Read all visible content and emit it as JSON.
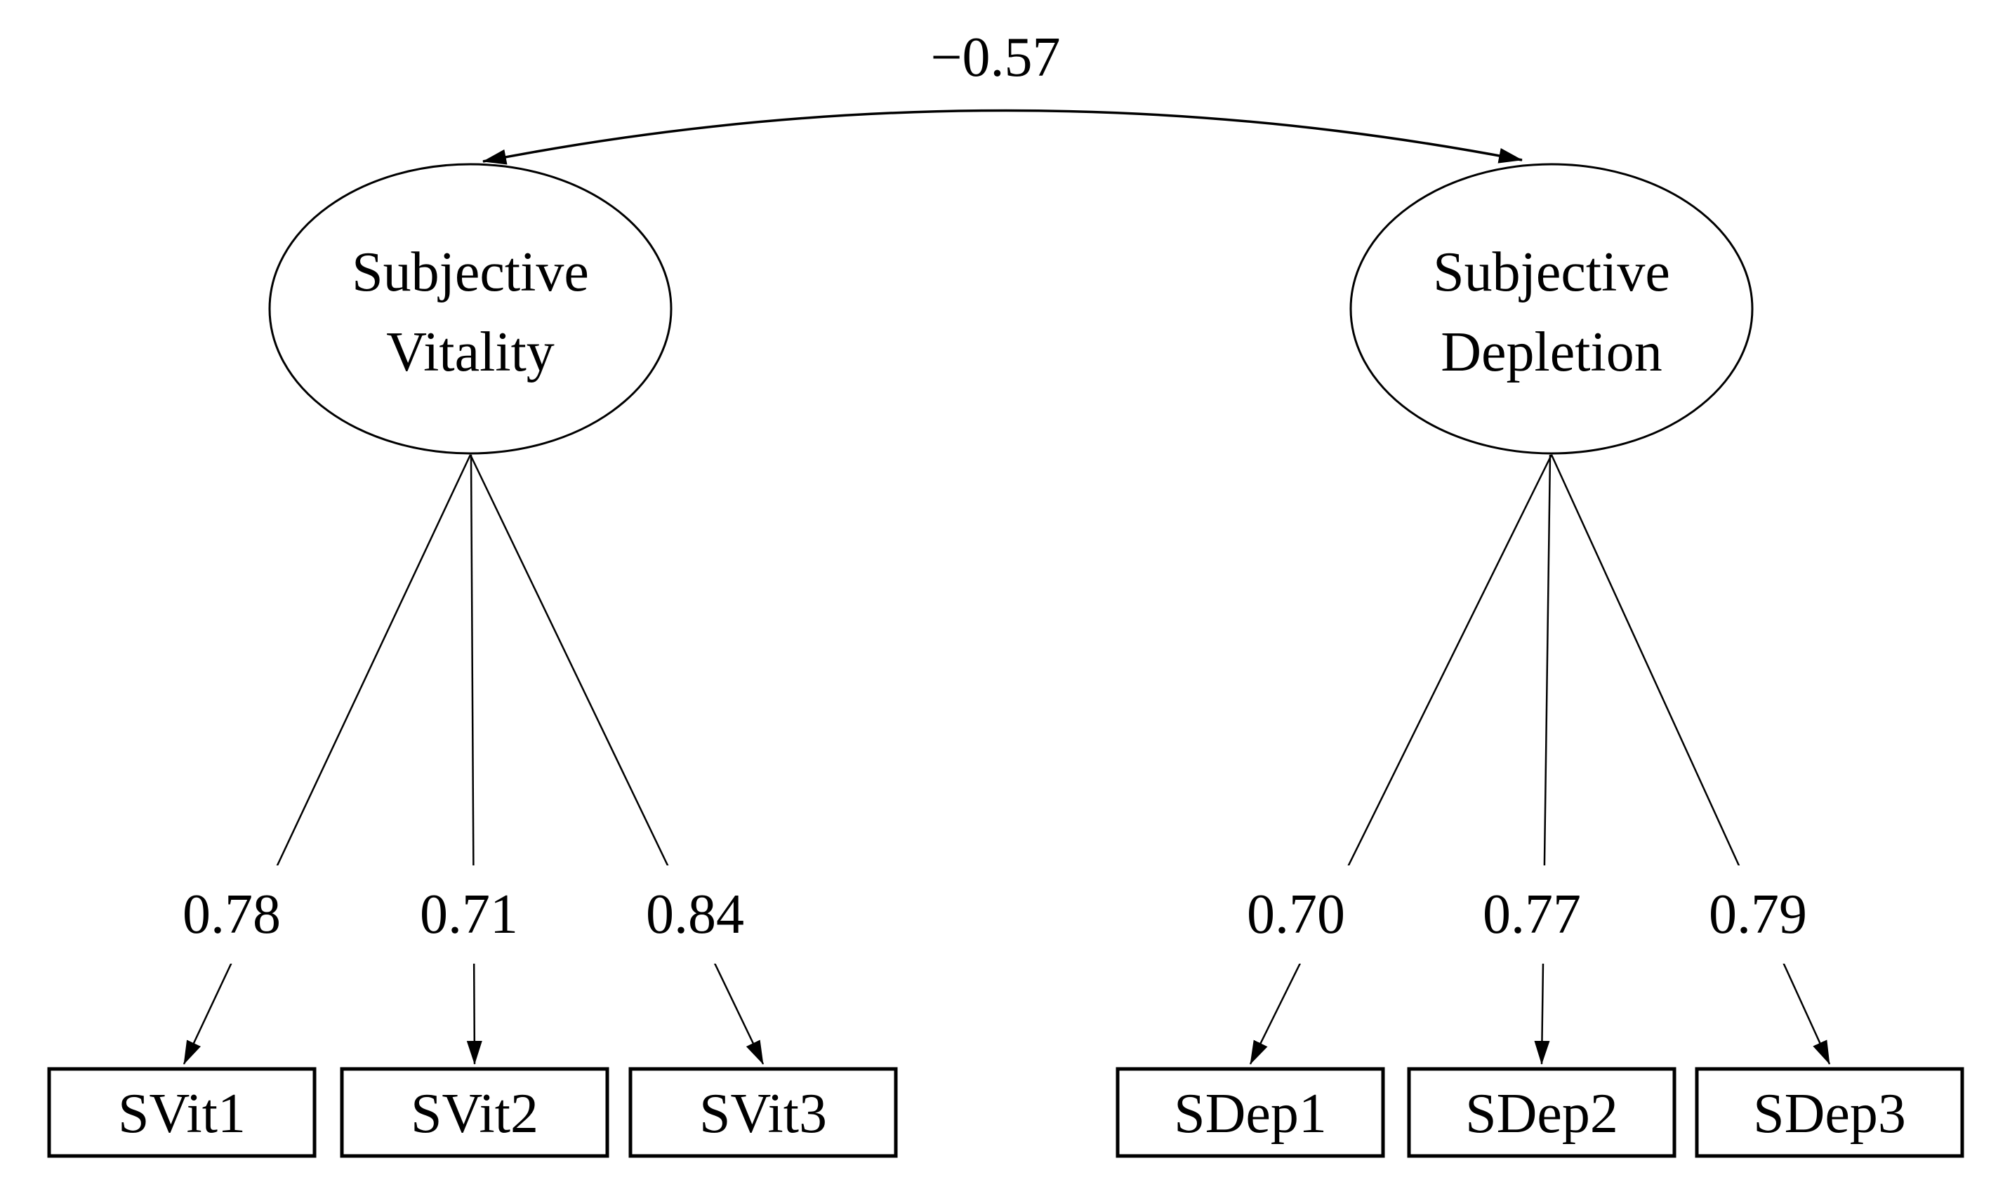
{
  "model": {
    "covariance": {
      "value": "−0.57"
    },
    "factors": [
      {
        "name": "Subjective Vitality",
        "label_lines": [
          "Subjective",
          "Vitality"
        ],
        "indicators": [
          {
            "name": "SVit1",
            "loading": "0.78"
          },
          {
            "name": "SVit2",
            "loading": "0.71"
          },
          {
            "name": "SVit3",
            "loading": "0.84"
          }
        ]
      },
      {
        "name": "Subjective Depletion",
        "label_lines": [
          "Subjective",
          "Depletion"
        ],
        "indicators": [
          {
            "name": "SDep1",
            "loading": "0.70"
          },
          {
            "name": "SDep2",
            "loading": "0.77"
          },
          {
            "name": "SDep3",
            "loading": "0.79"
          }
        ]
      }
    ],
    "colors": {
      "ink": "#000000",
      "background": "#ffffff"
    }
  }
}
